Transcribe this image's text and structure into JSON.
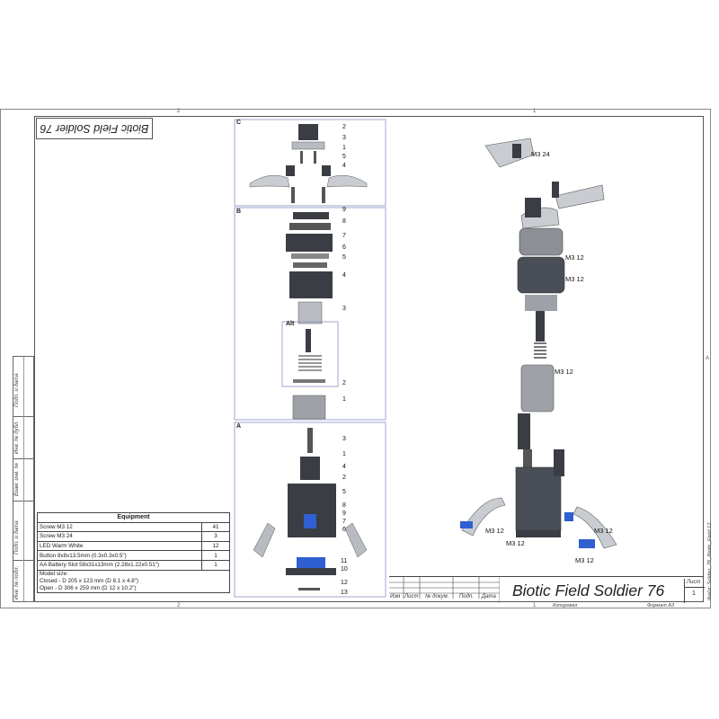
{
  "sheet": {
    "zone_top_left": "2",
    "zone_top_right": "1",
    "zone_bottom_left": "2",
    "zone_bottom_right": "1",
    "zone_right_edge": "A",
    "title_reversed": "Biotic Field Soldier 76",
    "copied": "Копировал",
    "format": "Формат A3",
    "file": "Файл: Soldier_76_Biotic_Field 12"
  },
  "side_stamp": [
    "Подп. и дата",
    "Инв. № дубл.",
    "Взам. инв. №",
    "Подп. и дата",
    "Инв. № подл."
  ],
  "equipment": {
    "header": "Equipment",
    "rows": [
      {
        "item": "Screw M3 12",
        "qty": "41"
      },
      {
        "item": "Screw M3 24",
        "qty": "3"
      },
      {
        "item": "LED Warm White",
        "qty": "12"
      },
      {
        "item": "Button 8x8x13.5mm (0.3x0.3x0.5\")",
        "qty": "1"
      },
      {
        "item": "AA Battery Slot 58x31x13mm (2.28x1.22x0.51\")",
        "qty": "1"
      }
    ],
    "model_size_label": "Model size:",
    "closed": "Closed - D 205 x 123 mm (D 8.1 x 4.8\")",
    "open": "Open - D 306 x 259 mm (D 12 x 10.2\")"
  },
  "sections": {
    "c": {
      "label": "C",
      "parts": [
        "2",
        "3",
        "1",
        "5",
        "4"
      ]
    },
    "b": {
      "label": "B",
      "parts": [
        "9",
        "8",
        "7",
        "6",
        "5",
        "4",
        "3",
        "2",
        "1"
      ],
      "alt_label": "Alt"
    },
    "a": {
      "label": "A",
      "parts": [
        "3",
        "1",
        "4",
        "2",
        "5",
        "8",
        "9",
        "7",
        "6",
        "11",
        "10",
        "12",
        "13"
      ]
    }
  },
  "assembly": {
    "screw_labels": [
      "M3 24",
      "M3 12",
      "M3 12",
      "M3 12",
      "M3 12",
      "M3 12",
      "M3 12",
      "M3 12"
    ]
  },
  "titleblock": {
    "cols": [
      "Изм",
      "Лист",
      "№ докум.",
      "Подп.",
      "Дата"
    ],
    "title": "Biotic Field Soldier 76",
    "sheet_label": "Лист",
    "sheet_number": "1"
  },
  "colors": {
    "accent_blue": "#2f5fd0",
    "metal": "#b8bcc2",
    "dark": "#3a3d44"
  }
}
